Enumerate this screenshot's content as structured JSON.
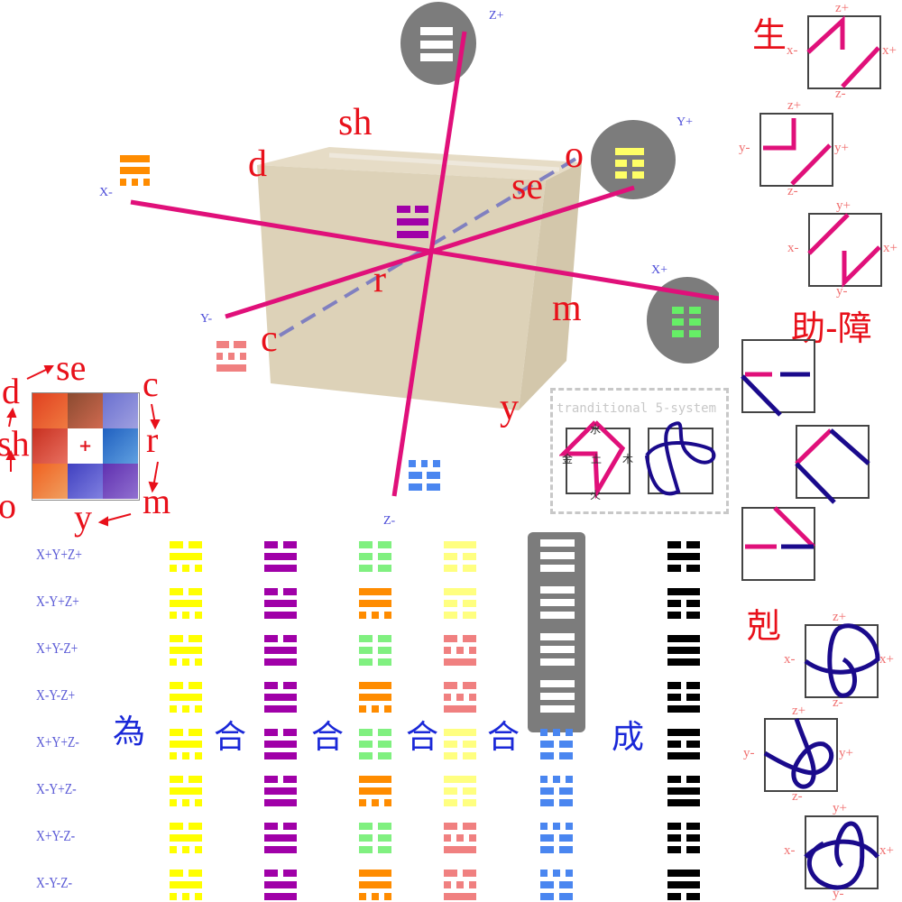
{
  "axes": {
    "z_plus": "Z+",
    "z_minus": "Z-",
    "y_plus": "Y+",
    "y_minus": "Y-",
    "x_plus": "X+",
    "x_minus": "X-"
  },
  "scene_letters": {
    "sh": "sh",
    "d": "d",
    "se": "se",
    "o": "o",
    "r": "r",
    "c": "c",
    "m": "m",
    "y": "y"
  },
  "cycle": {
    "se": "se",
    "c": "c",
    "r": "r",
    "m": "m",
    "y": "y",
    "o": "o",
    "sh": "sh",
    "d": "d"
  },
  "scene_trigrams": [
    {
      "name": "x-minus",
      "color": "#ff8c00",
      "lines": "ssd"
    },
    {
      "name": "center",
      "color": "#a000a8",
      "lines": "bss"
    },
    {
      "name": "y-minus",
      "color": "#f08080",
      "lines": "bds"
    },
    {
      "name": "z-minus",
      "color": "#4a86f0",
      "lines": "dbb"
    },
    {
      "name": "z-plus",
      "color": "#ffffff",
      "lines": "sss"
    },
    {
      "name": "y-plus",
      "color": "#ffff66",
      "lines": "sbb"
    },
    {
      "name": "x-plus",
      "color": "#66ee66",
      "lines": "bbb"
    }
  ],
  "five_system": {
    "title": "tranditional 5-system",
    "water": "水",
    "wood": "木",
    "metal": "金",
    "earth": "土",
    "fire": "火"
  },
  "right_panel": {
    "sheng": "生",
    "zhu_zhang": "助-障",
    "ke": "剋",
    "labels": {
      "xm": "x-",
      "xp": "x+",
      "ym": "y-",
      "yp": "y+",
      "zm": "z-",
      "zp": "z+"
    }
  },
  "row_labels": [
    "X+Y+Z+",
    "X-Y+Z+",
    "X+Y-Z+",
    "X-Y-Z+",
    "X+Y+Z-",
    "X-Y+Z-",
    "X+Y-Z-",
    "X-Y-Z-"
  ],
  "connectors": [
    "為",
    "合",
    "合",
    "合",
    "合",
    "成"
  ],
  "columns": [
    {
      "rows": [
        [
          "#ffff00",
          "bsd"
        ],
        [
          "#ffff00",
          "bsd"
        ],
        [
          "#ffff00",
          "bsd"
        ],
        [
          "#ffff00",
          "bsd"
        ],
        [
          "#ffff00",
          "bsd"
        ],
        [
          "#ffff00",
          "bsd"
        ],
        [
          "#ffff00",
          "bsd"
        ],
        [
          "#ffff00",
          "bsd"
        ]
      ]
    },
    {
      "rows": [
        [
          "#a000a8",
          "bss"
        ],
        [
          "#a000a8",
          "bss"
        ],
        [
          "#a000a8",
          "bss"
        ],
        [
          "#a000a8",
          "bss"
        ],
        [
          "#a000a8",
          "bss"
        ],
        [
          "#a000a8",
          "bss"
        ],
        [
          "#a000a8",
          "bss"
        ],
        [
          "#a000a8",
          "bss"
        ]
      ]
    },
    {
      "rows": [
        [
          "#80f080",
          "bbb"
        ],
        [
          "#ff8c00",
          "ssd"
        ],
        [
          "#80f080",
          "bbb"
        ],
        [
          "#ff8c00",
          "ssd"
        ],
        [
          "#80f080",
          "bbb"
        ],
        [
          "#ff8c00",
          "ssd"
        ],
        [
          "#80f080",
          "bbb"
        ],
        [
          "#ff8c00",
          "ssd"
        ]
      ]
    },
    {
      "rows": [
        [
          "#ffff80",
          "sbb"
        ],
        [
          "#ffff80",
          "sbb"
        ],
        [
          "#f08080",
          "bds"
        ],
        [
          "#f08080",
          "bds"
        ],
        [
          "#ffff80",
          "sbb"
        ],
        [
          "#ffff80",
          "sbb"
        ],
        [
          "#f08080",
          "bds"
        ],
        [
          "#f08080",
          "bds"
        ]
      ]
    },
    {
      "rows": [
        [
          "#ffffff",
          "sss"
        ],
        [
          "#ffffff",
          "sss"
        ],
        [
          "#ffffff",
          "sss"
        ],
        [
          "#ffffff",
          "sss"
        ],
        [
          "#4a86f0",
          "dbb"
        ],
        [
          "#4a86f0",
          "dbb"
        ],
        [
          "#4a86f0",
          "dbb"
        ],
        [
          "#4a86f0",
          "dbb"
        ]
      ]
    },
    {
      "rows": [
        [
          "#000000",
          "bsb"
        ],
        [
          "#000000",
          "sbb"
        ],
        [
          "#000000",
          "sss"
        ],
        [
          "#000000",
          "bbs"
        ],
        [
          "#000000",
          "sbs"
        ],
        [
          "#000000",
          "bss"
        ],
        [
          "#000000",
          "bbb"
        ],
        [
          "#000000",
          "ssb"
        ]
      ]
    }
  ],
  "colors": {
    "axis": "#e0107a",
    "knot": "#1a0a8c",
    "label_red": "#e8101a",
    "label_blue": "#4b4bd8",
    "gray": "#7c7c7c"
  }
}
